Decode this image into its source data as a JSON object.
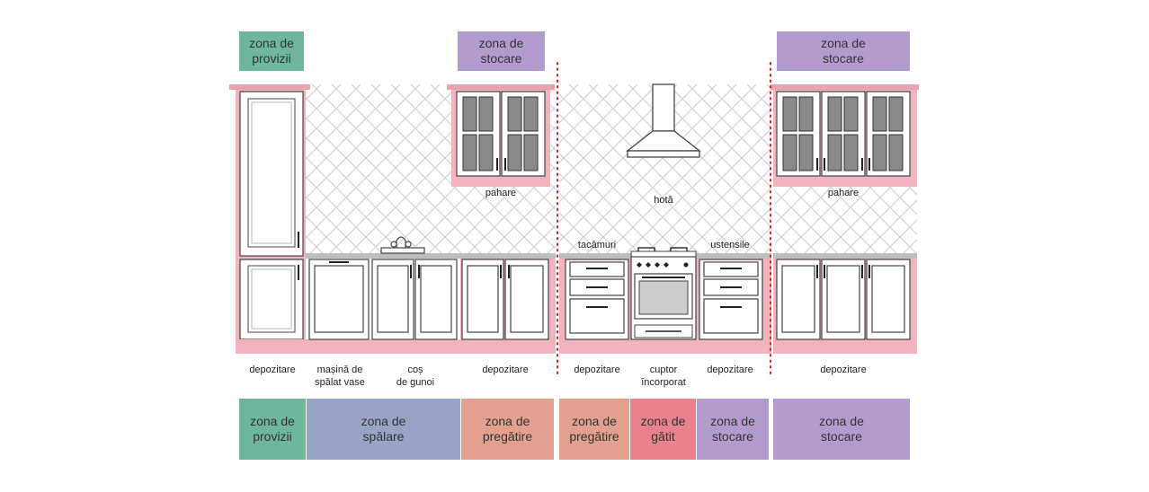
{
  "colors": {
    "pantry": "#6fb79a",
    "washing": "#98a4c6",
    "prep": "#e3a08f",
    "cooking": "#e8838e",
    "storage": "#b39ccd",
    "highlight": "#f1b4be",
    "divider": "#cc2222",
    "counter": "#bdbdbd"
  },
  "top_zones": {
    "pantry": "zona de\nprovizii",
    "storage_left": "zona de\nstocare",
    "storage_right": "zona de\nstocare"
  },
  "appliance_labels": {
    "glasses_left": "pahare",
    "glasses_right": "pahare",
    "hood": "hotă",
    "cutlery": "tacâmuri",
    "utensils": "ustensile"
  },
  "bottom_labels": {
    "storage_1": "depozitare",
    "dishwasher": "mașină de\nspălat vase",
    "trash": "coș\nde gunoi",
    "storage_2": "depozitare",
    "storage_3": "depozitare",
    "oven": "cuptor\nîncorporat",
    "storage_4": "depozitare",
    "storage_5": "depozitare"
  },
  "bottom_zones": {
    "pantry": "zona de\nprovizii",
    "washing": "zona de\nspălare",
    "prep_1": "zona de\npregătire",
    "prep_2": "zona de\npregătire",
    "cooking": "zona de\ngătit",
    "storage_1": "zona de\nstocare",
    "storage_2": "zona de\nstocare"
  }
}
